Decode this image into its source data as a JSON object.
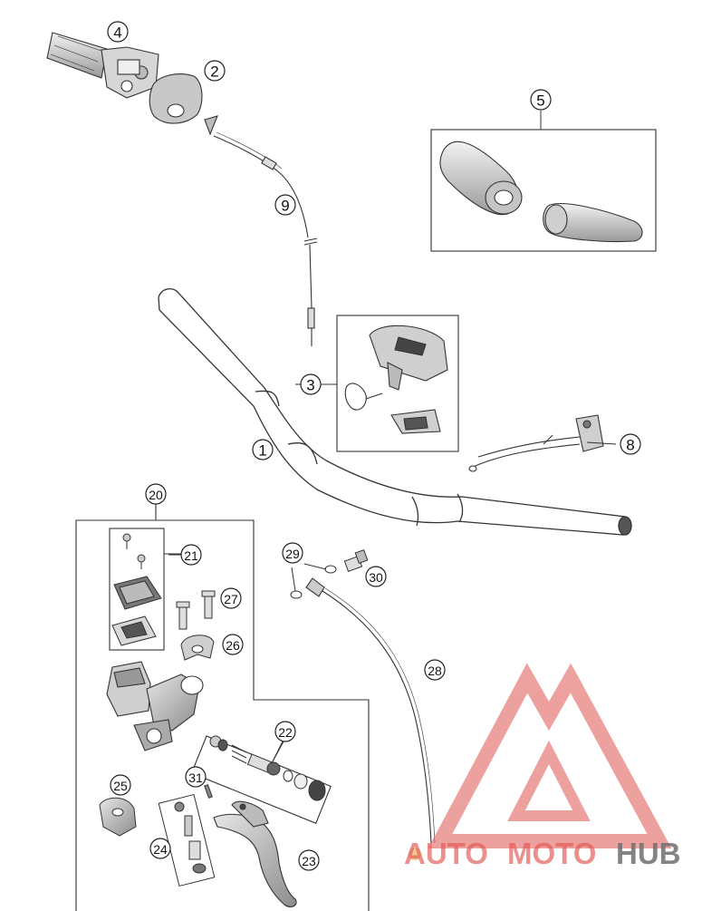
{
  "callouts": {
    "c1": "1",
    "c2": "2",
    "c3": "3",
    "c4": "4",
    "c5": "5",
    "c8": "8",
    "c9": "9",
    "c20": "20",
    "c21": "21",
    "c22": "22",
    "c23": "23",
    "c24": "24",
    "c25": "25",
    "c26": "26",
    "c27": "27",
    "c28": "28",
    "c29": "29",
    "c30": "30",
    "c31": "31"
  },
  "watermark": {
    "part1": "AUTO",
    "part2": "MOTO",
    "part3": "HUB",
    "colors": {
      "red": "#e05550",
      "grey": "#6e6e6e"
    }
  }
}
